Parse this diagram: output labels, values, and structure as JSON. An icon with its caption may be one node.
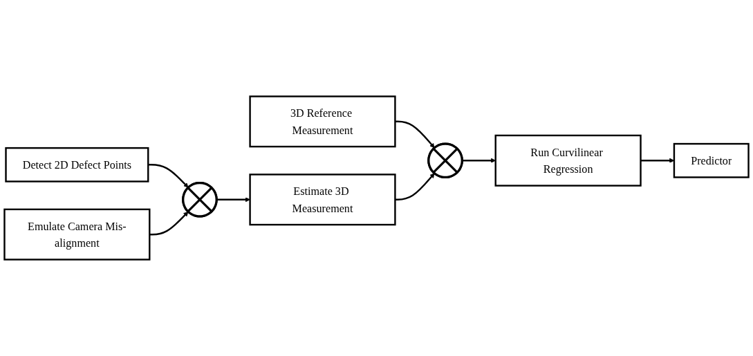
{
  "diagram": {
    "nodes": [
      {
        "text": [
          "3D Reference Measurement"
        ]
      },
      {
        "text": [],
        "shape": "circle"
      },
      {
        "text": [
          "Run Curvilinear Regression"
        ]
      },
      {
        "text": [
          "Detect 2D Defect Points"
        ]
      },
      {
        "text": [],
        "shape": "circle"
      },
      {
        "text": [
          "Estimate 3D Measurement"
        ]
      },
      {
        "text": [
          "Emulate Camera Mis-alignment"
        ]
      },
      {
        "text": [
          "Predictor"
        ]
      }
    ],
    "edges": [
      {
        "from": 0,
        "to": 1,
        "arrow": "to"
      },
      {
        "from": 1,
        "to": 2,
        "arrow": "to"
      },
      {
        "from": 3,
        "to": 4,
        "arrow": "to"
      },
      {
        "from": 4,
        "to": 5,
        "arrow": "to"
      },
      {
        "from": 6,
        "to": 4,
        "arrow": "to"
      },
      {
        "from": 5,
        "to": 1,
        "arrow": "to"
      },
      {
        "from": 2,
        "to": 7,
        "arrow": "to"
      }
    ]
  }
}
